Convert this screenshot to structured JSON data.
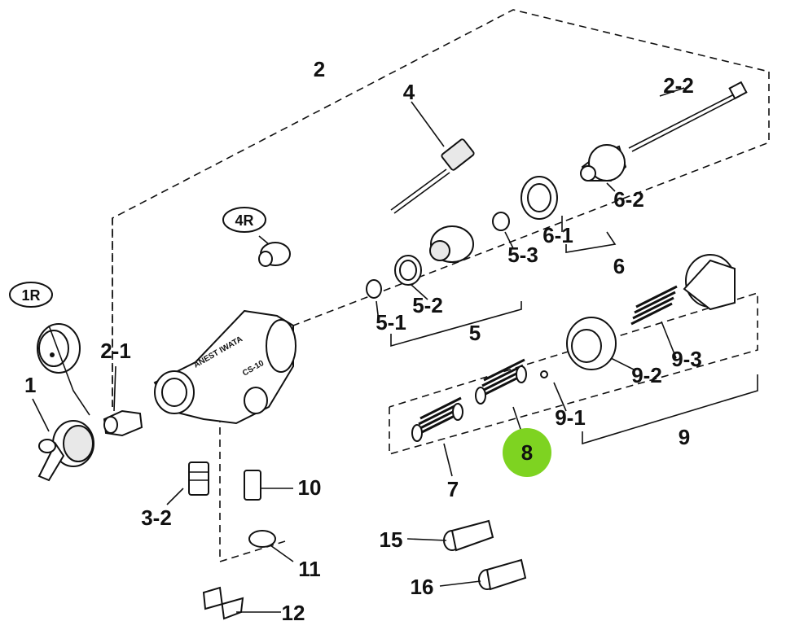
{
  "highlight_color": "#7ed321",
  "labels": {
    "p1": "1",
    "p1r": "1R",
    "p2": "2",
    "p2_1": "2-1",
    "p2_2": "2-2",
    "p3_2": "3-2",
    "p4": "4",
    "p4r": "4R",
    "p5": "5",
    "p5_1": "5-1",
    "p5_2": "5-2",
    "p5_3": "5-3",
    "p6": "6",
    "p6_1": "6-1",
    "p6_2": "6-2",
    "p7": "7",
    "p8": "8",
    "p9": "9",
    "p9_1": "9-1",
    "p9_2": "9-2",
    "p9_3": "9-3",
    "p10": "10",
    "p11": "11",
    "p12": "12",
    "p15": "15",
    "p16": "16"
  },
  "body_text": {
    "brand": "ANEST IWATA",
    "model": "CS-10"
  },
  "highlighted_part": "8"
}
